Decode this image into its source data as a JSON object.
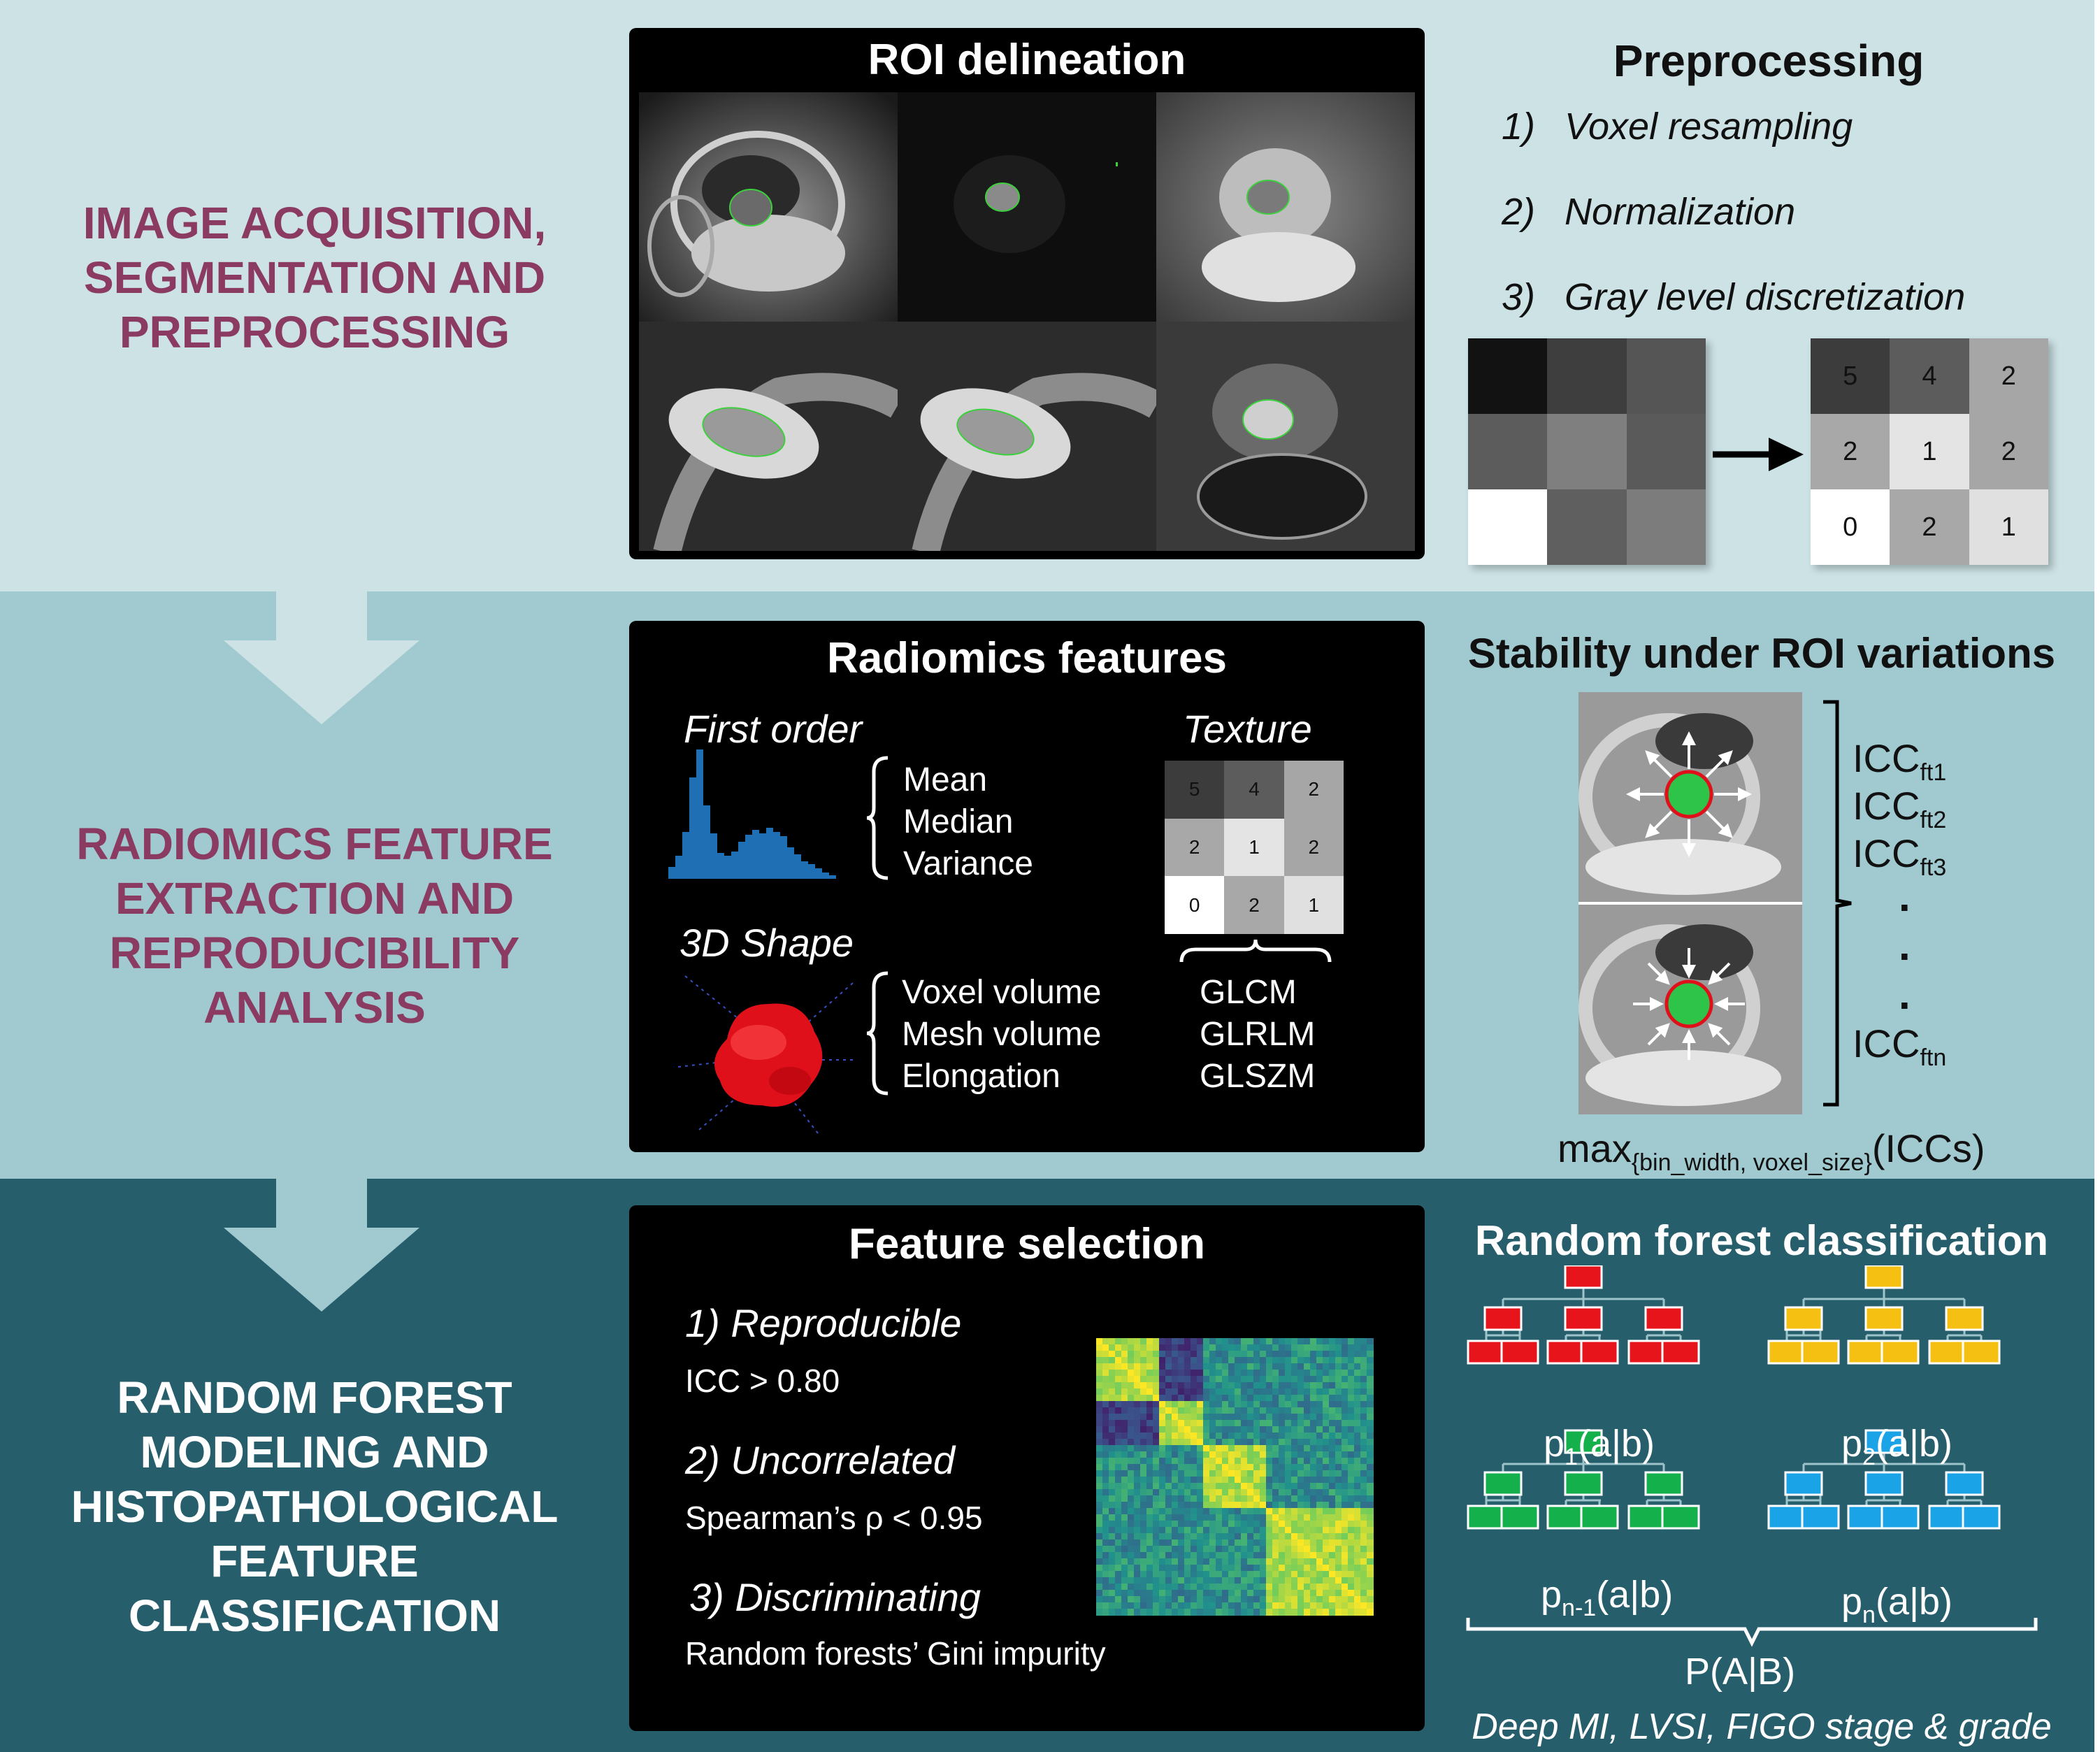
{
  "stages": {
    "stage1": [
      "IMAGE ACQUISITION,",
      "SEGMENTATION AND",
      "PREPROCESSING"
    ],
    "stage2": [
      "RADIOMICS FEATURE",
      "EXTRACTION AND",
      "REPRODUCIBILITY",
      "ANALYSIS"
    ],
    "stage3": [
      "RANDOM FOREST",
      "MODELING AND",
      "HISTOPATHOLOGICAL",
      "FEATURE",
      "CLASSIFICATION"
    ]
  },
  "roi": {
    "title": "ROI delineation"
  },
  "preprocessing": {
    "title": "Preprocessing",
    "steps": [
      {
        "num": "1)",
        "label": "Voxel resampling"
      },
      {
        "num": "2)",
        "label": "Normalization"
      },
      {
        "num": "3)",
        "label": "Gray level discretization"
      }
    ],
    "discretized_grid": [
      "5",
      "4",
      "2",
      "2",
      "1",
      "2",
      "0",
      "2",
      "1"
    ]
  },
  "radiomics": {
    "title": "Radiomics features",
    "first_order": {
      "label": "First order",
      "items": [
        "Mean",
        "Median",
        "Variance"
      ]
    },
    "texture": {
      "label": "Texture",
      "grid": [
        "5",
        "4",
        "2",
        "2",
        "1",
        "2",
        "0",
        "2",
        "1"
      ],
      "items": [
        "GLCM",
        "GLRLM",
        "GLSZM"
      ]
    },
    "shape": {
      "label": "3D Shape",
      "items": [
        "Voxel volume",
        "Mesh volume",
        "Elongation"
      ]
    }
  },
  "stability": {
    "title": "Stability under ROI variations",
    "icc_base": "ICC",
    "icc_subs": [
      "ft1",
      "ft2",
      "ft3",
      "ftn"
    ],
    "max_label": "max",
    "max_sub": "{bin_width, voxel_size}",
    "max_tail": "(ICCs)"
  },
  "feature_selection": {
    "title": "Feature selection",
    "steps": [
      {
        "label": "1) Reproducible",
        "detail": "ICC > 0.80"
      },
      {
        "label": "2) Uncorrelated",
        "detail": "Spearman’s ρ < 0.95"
      },
      {
        "label": "3) Discriminating",
        "detail": "Random forests’ Gini impurity"
      }
    ]
  },
  "random_forest": {
    "title": "Random forest classification",
    "trees": [
      {
        "color": "#e8141c",
        "p": "p",
        "sub": "1",
        "tail": "(a|b)"
      },
      {
        "color": "#f6c012",
        "p": "p",
        "sub": "2",
        "tail": "(a|b)"
      },
      {
        "color": "#14b04c",
        "p": "p",
        "sub": "n-1",
        "tail": "(a|b)"
      },
      {
        "color": "#1aa3e6",
        "p": "p",
        "sub": "n",
        "tail": "(a|b)"
      }
    ],
    "result": "P(A|B)",
    "targets": "Deep MI, LVSI, FIGO stage & grade"
  },
  "colors": {
    "band1": "#cce2e5",
    "band2": "#a1cad0",
    "band3": "#275e6c",
    "stage_text": "#8b3a62",
    "histogram": "#1f6fb4",
    "shape": "#e0101a"
  }
}
